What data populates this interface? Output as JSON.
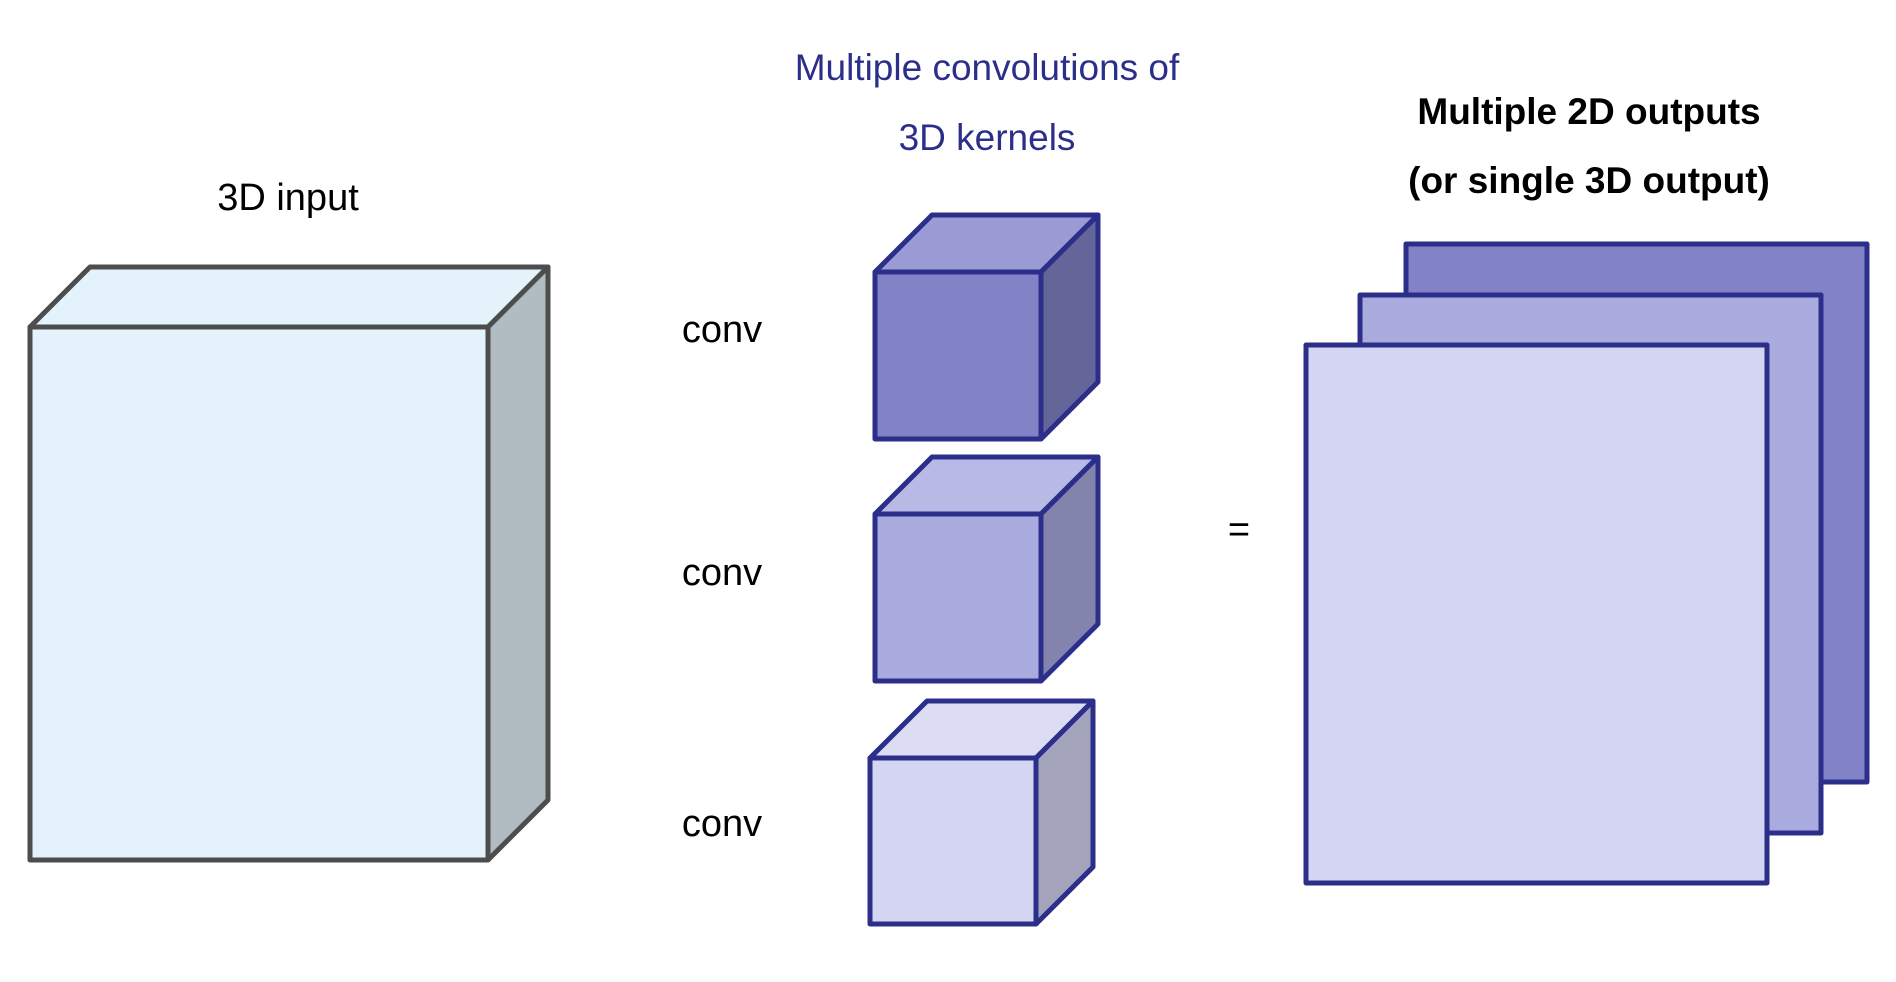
{
  "input": {
    "title": "3D input",
    "colors": {
      "front": "#e4f3fb",
      "top": "#e4f3fb",
      "side": "#b0bcc2",
      "edge": "#4d4d4d"
    }
  },
  "kernels": {
    "title_line1": "Multiple convolutions of",
    "title_line2": "3D kernels",
    "title_color": "#2c2f8a",
    "items": [
      {
        "label": "conv",
        "front": "#8283c6",
        "top": "#9a9bd5",
        "side": "#646598"
      },
      {
        "label": "conv",
        "front": "#a9aade",
        "top": "#b8b9e4",
        "side": "#8384ae"
      },
      {
        "label": "conv",
        "front": "#d4d5f3",
        "top": "#dcdcf5",
        "side": "#a3a4bc"
      }
    ]
  },
  "operator": {
    "symbol": "="
  },
  "outputs": {
    "title_line1": "Multiple 2D outputs",
    "title_line2": "(or single 3D output)",
    "layers": [
      {
        "fill": "#8283c6"
      },
      {
        "fill": "#a9aade"
      },
      {
        "fill": "#d4d5f3"
      }
    ],
    "edge": "#2c2f8a"
  }
}
